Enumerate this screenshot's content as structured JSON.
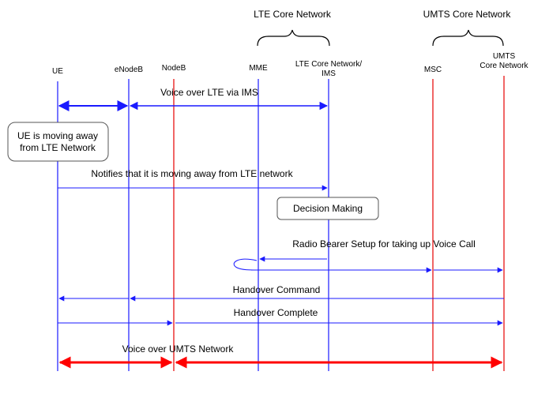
{
  "groups": {
    "lte_core": "LTE Core Network",
    "umts_core": "UMTS Core Network"
  },
  "entities": {
    "ue": "UE",
    "enodeb": "eNodeB",
    "nodeb": "NodeB",
    "mme": "MME",
    "lte_ims_line1": "LTE Core Network/",
    "lte_ims_line2": "IMS",
    "msc": "MSC",
    "umts_line1": "UMTS",
    "umts_line2": "Core Network"
  },
  "messages": {
    "volte": "Voice over LTE via IMS",
    "notify": "Notifies that it is moving away from LTE network",
    "bearer": "Radio Bearer Setup for taking up Voice Call",
    "ho_command": "Handover Command",
    "ho_complete": "Handover Complete",
    "voice_umts": "Voice over UMTS Network"
  },
  "notes": {
    "ue_moving_line1": "UE is moving away",
    "ue_moving_line2": "from LTE Network",
    "decision": "Decision Making"
  },
  "colors": {
    "blue": "#1a1aff",
    "red": "#e60000",
    "bold_red": "#ff0000",
    "bracket": "#000000"
  }
}
